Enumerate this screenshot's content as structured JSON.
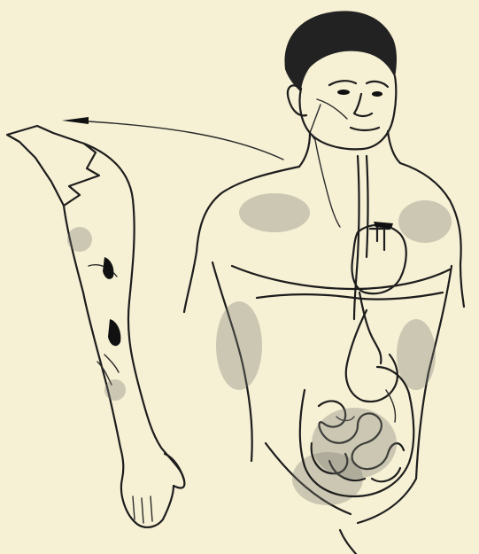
{
  "figure": {
    "background_color": "#f6f0d4",
    "ink_color": "#1d1d1d",
    "subjects": [
      "male-torso",
      "detached-arm",
      "digestive-tract",
      "heart",
      "catheter-line",
      "arrow"
    ]
  }
}
